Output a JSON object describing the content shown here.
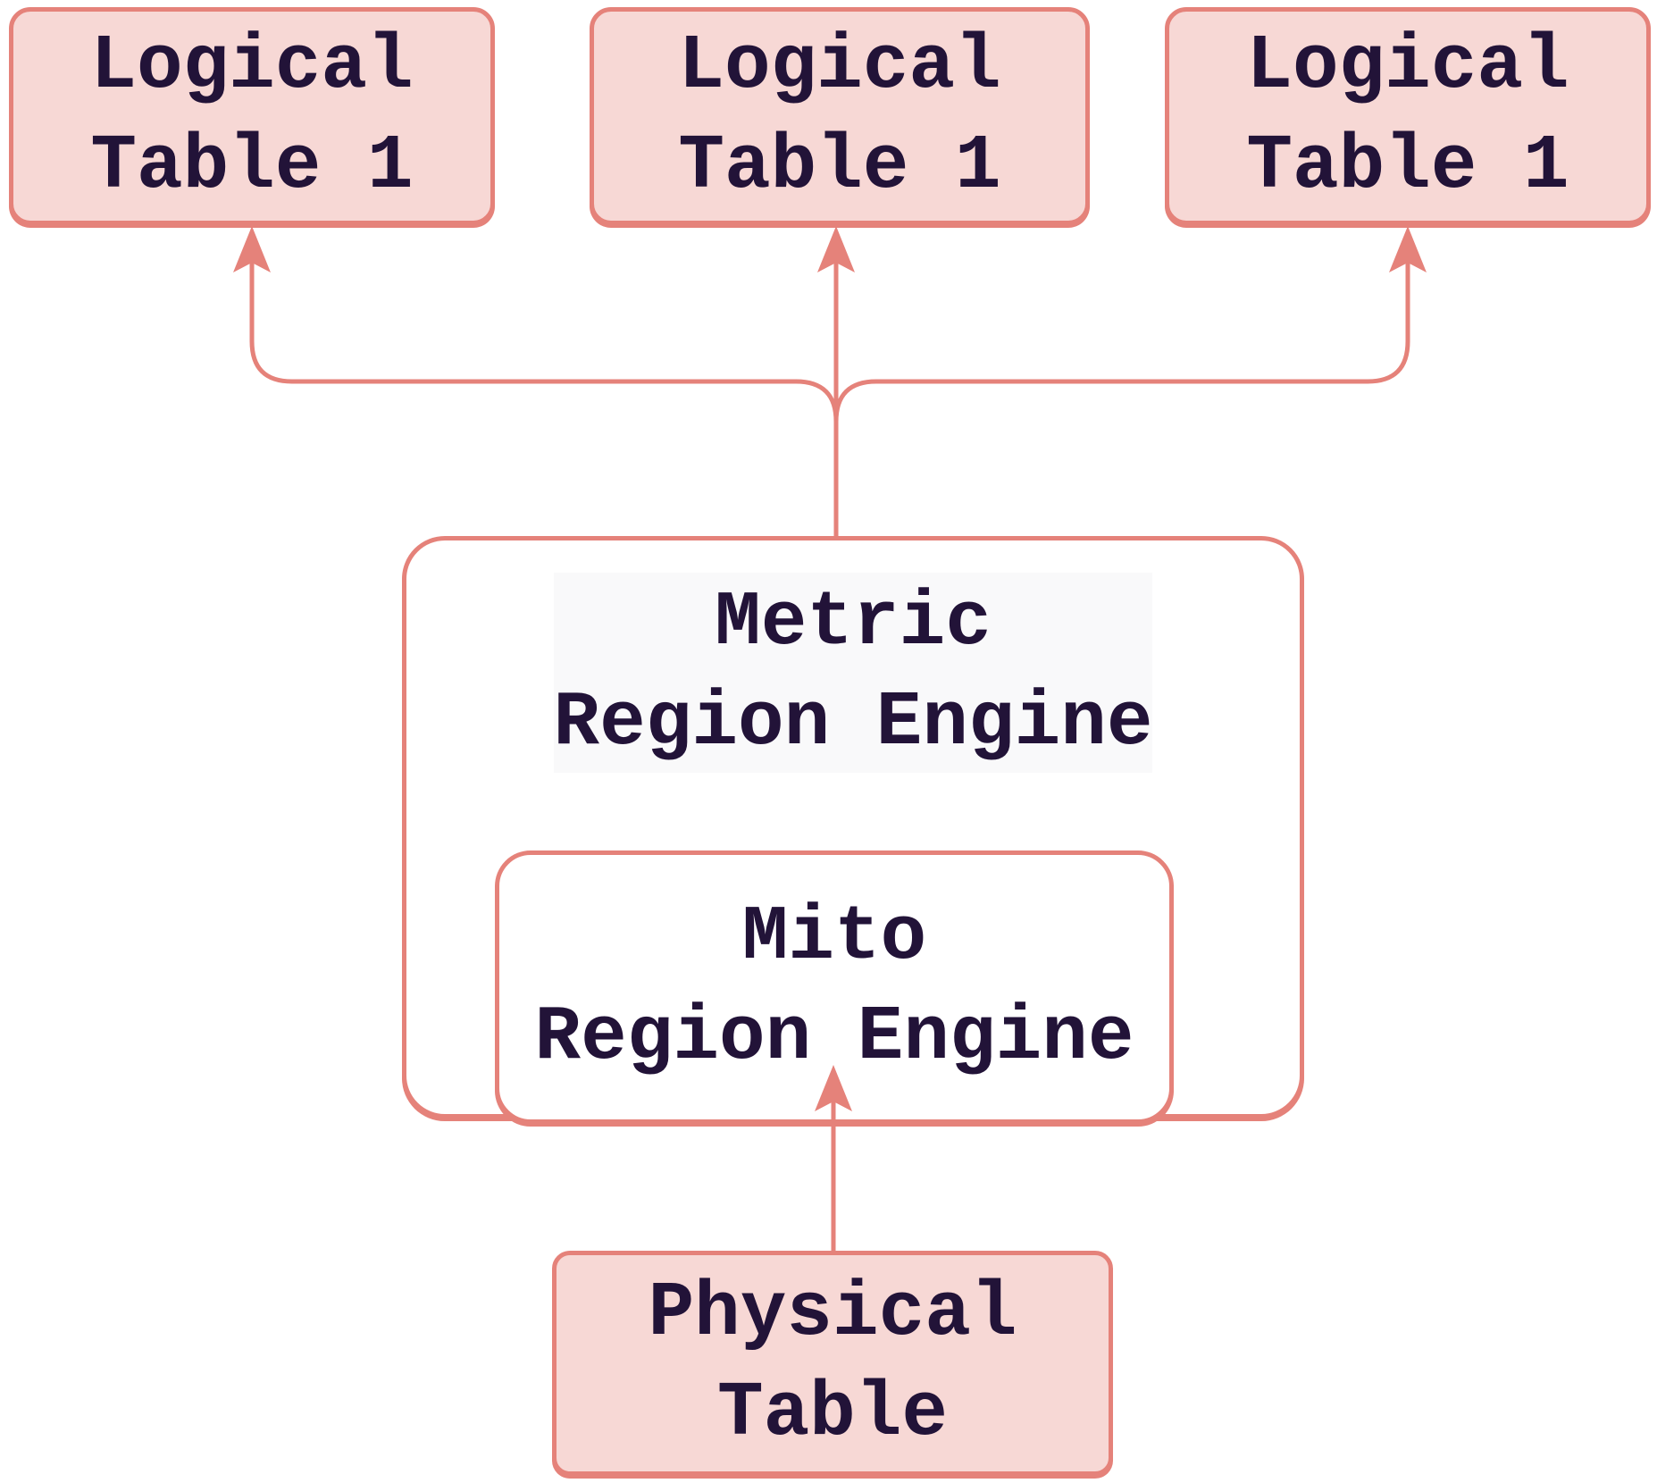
{
  "diagram": {
    "nodes": {
      "logical_left": {
        "label": "Logical\nTable 1"
      },
      "logical_middle": {
        "label": "Logical\nTable 1"
      },
      "logical_right": {
        "label": "Logical\nTable 1"
      },
      "metric_engine": {
        "label": "Metric\nRegion Engine"
      },
      "mito_engine": {
        "label": "Mito\nRegion Engine"
      },
      "physical_table": {
        "label": "Physical\nTable"
      }
    },
    "edges": [
      {
        "from": "metric_engine",
        "to": "logical_left"
      },
      {
        "from": "metric_engine",
        "to": "logical_middle"
      },
      {
        "from": "metric_engine",
        "to": "logical_right"
      },
      {
        "from": "physical_table",
        "to": "mito_engine"
      }
    ],
    "colors": {
      "node_fill": "#f7d8d5",
      "stroke": "#e5827a",
      "text": "#221338",
      "background": "#ffffff"
    }
  }
}
